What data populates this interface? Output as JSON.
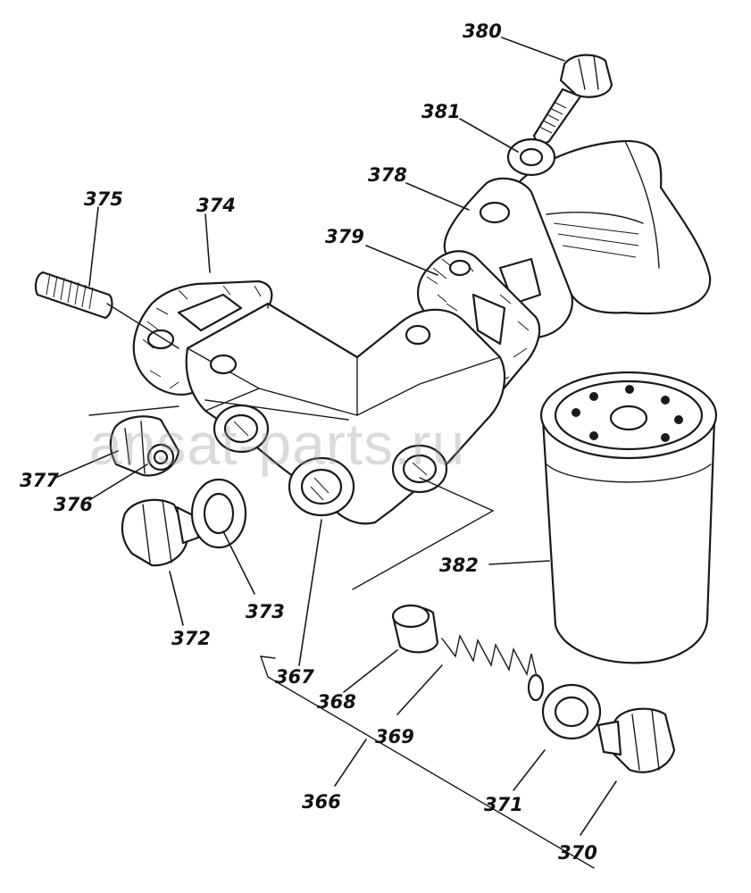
{
  "labels": {
    "p380": "380",
    "p381": "381",
    "p378": "378",
    "p379": "379",
    "p375": "375",
    "p374": "374",
    "p377": "377",
    "p376": "376",
    "p372": "372",
    "p373": "373",
    "p382": "382",
    "p367": "367",
    "p368": "368",
    "p369": "369",
    "p366": "366",
    "p371": "371",
    "p370": "370"
  },
  "watermark": "ansat-parts.ru"
}
